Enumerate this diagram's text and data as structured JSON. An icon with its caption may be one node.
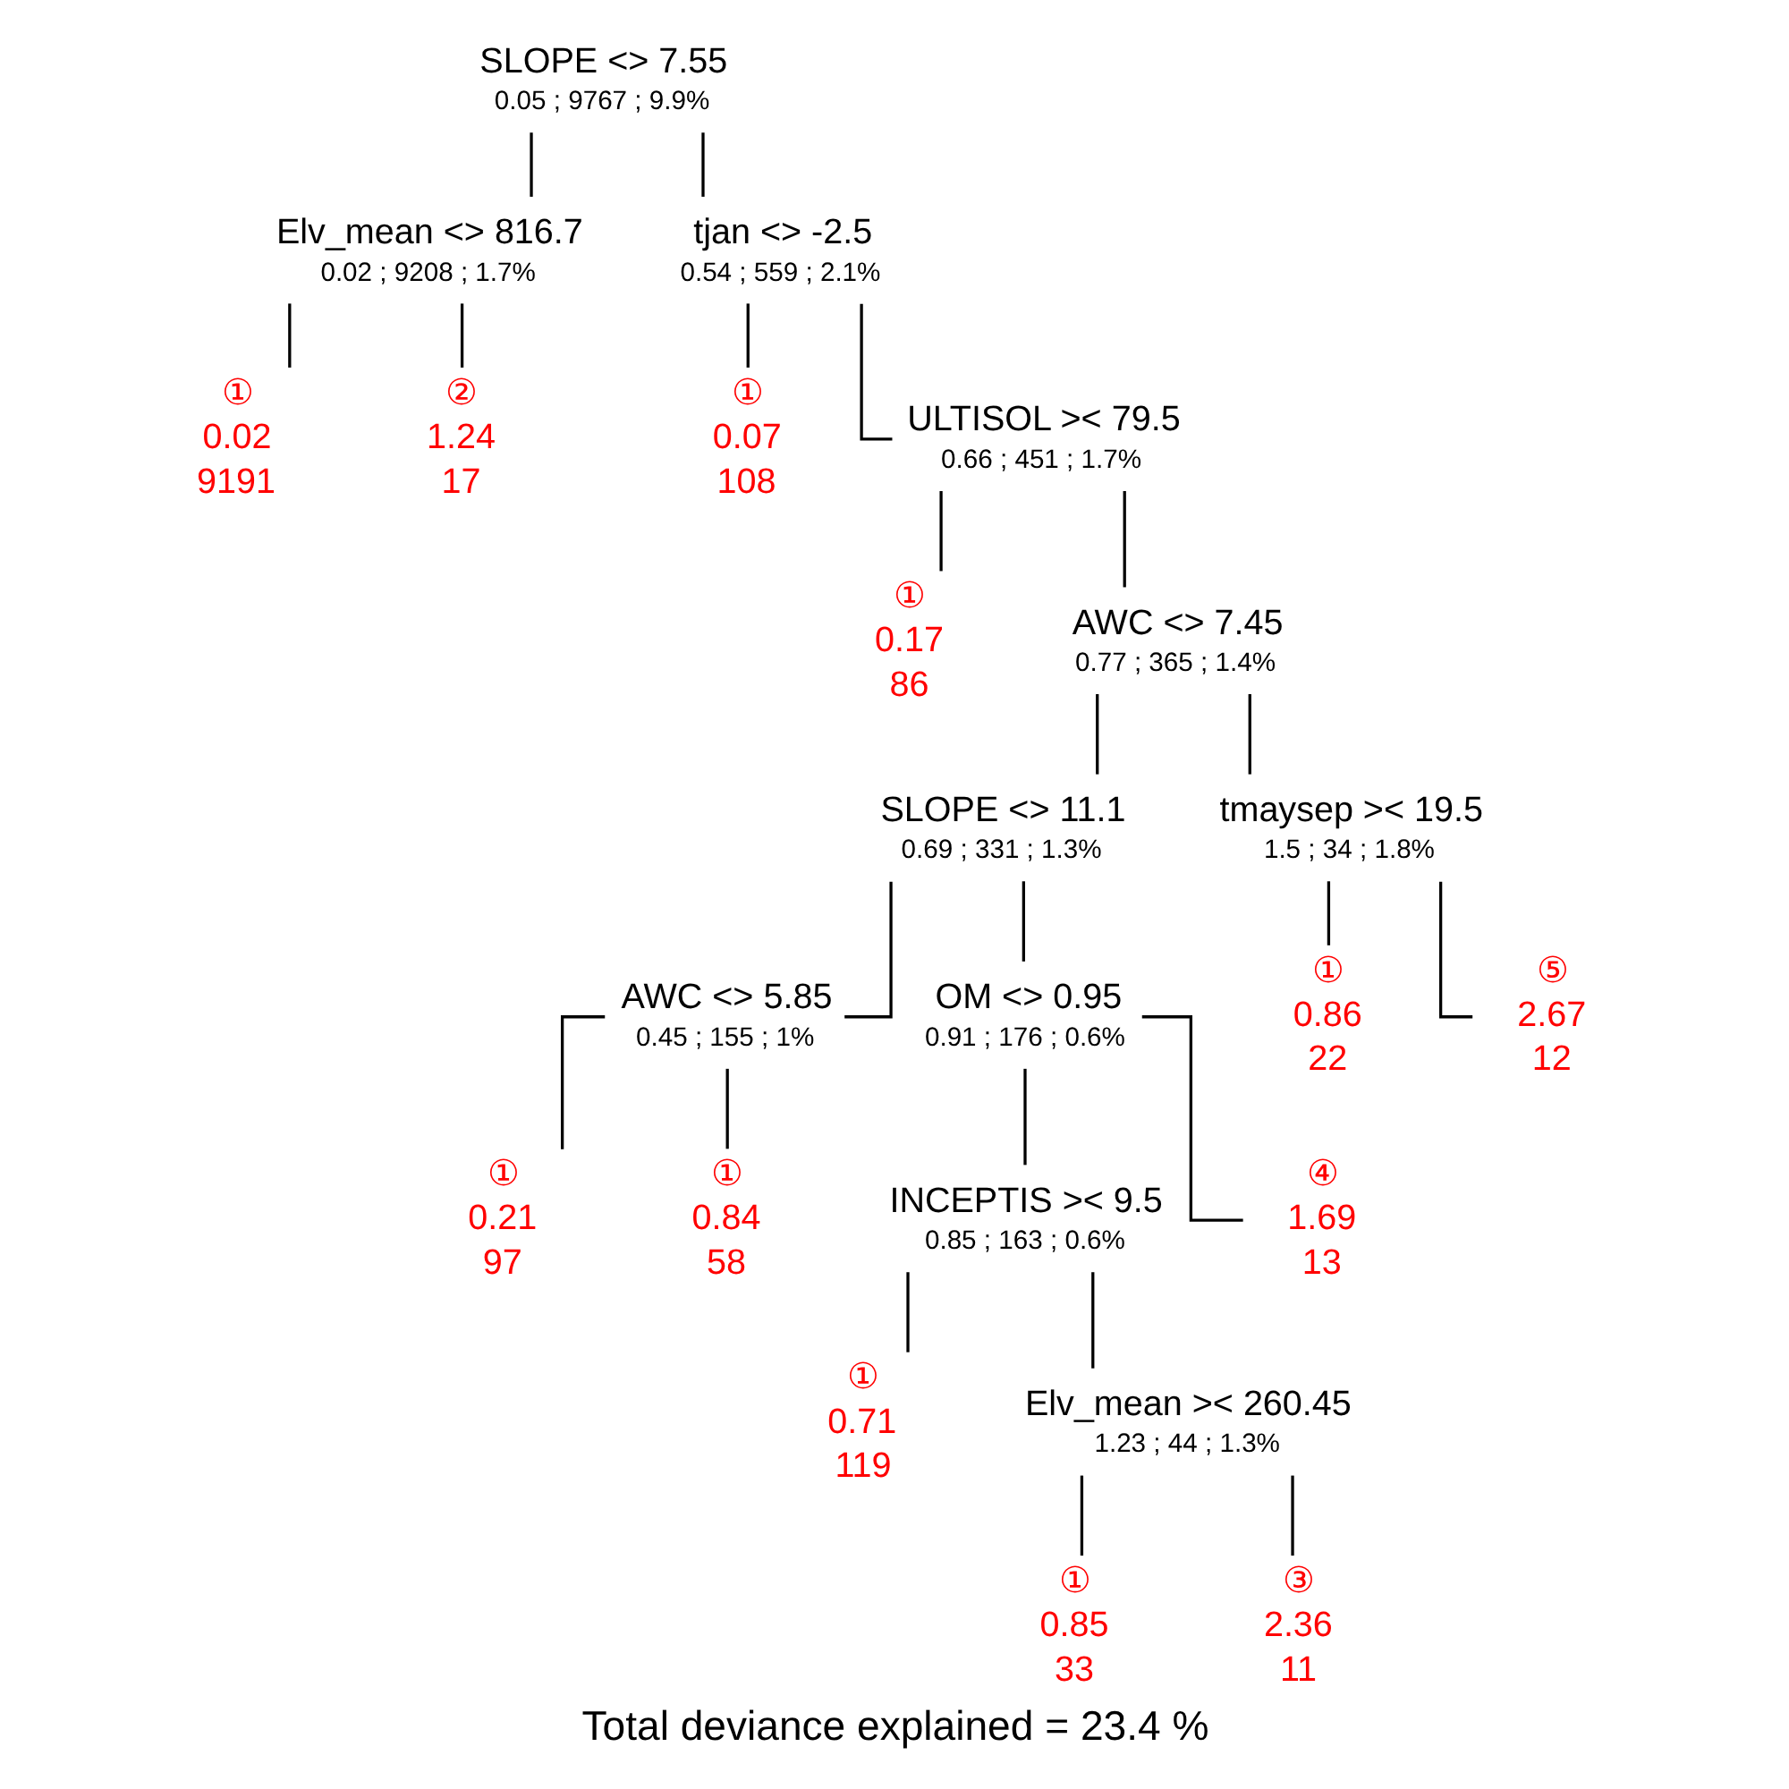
{
  "diagram": {
    "caption": "Total deviance explained = 23.4 %",
    "nodes": [
      {
        "text": [
          "SLOPE <> 7.55",
          "0.05 ; 9767 ; 9.9%"
        ]
      },
      {
        "text": [
          "Elv_mean <> 816.7",
          "0.02 ; 9208 ; 1.7%"
        ]
      },
      {
        "text": [
          "①",
          "0.02",
          "9191"
        ]
      },
      {
        "text": [
          "②",
          "1.24",
          "17"
        ]
      },
      {
        "text": [
          "tjan <> -2.5",
          "0.54 ; 559 ; 2.1%"
        ]
      },
      {
        "text": [
          "①",
          "0.07",
          "108"
        ]
      },
      {
        "text": [
          "ULTISOL >< 79.5",
          "0.66 ; 451 ; 1.7%"
        ]
      },
      {
        "text": [
          "①",
          "0.17",
          "86"
        ]
      },
      {
        "text": [
          "AWC <> 7.45",
          "0.77 ; 365 ; 1.4%"
        ]
      },
      {
        "text": [
          "SLOPE <> 11.1",
          "0.69 ; 331 ; 1.3%"
        ]
      },
      {
        "text": [
          "AWC <> 5.85",
          "0.45 ; 155 ; 1%"
        ]
      },
      {
        "text": [
          "①",
          "0.21",
          "97"
        ]
      },
      {
        "text": [
          "①",
          "0.84",
          "58"
        ]
      },
      {
        "text": [
          "OM <> 0.95",
          "0.91 ; 176 ; 0.6%"
        ]
      },
      {
        "text": [
          "INCEPTIS >< 9.5",
          "0.85 ; 163 ; 0.6%"
        ]
      },
      {
        "text": [
          "①",
          "0.71",
          "119"
        ]
      },
      {
        "text": [
          "Elv_mean >< 260.45",
          "1.23 ; 44 ; 1.3%"
        ]
      },
      {
        "text": [
          "①",
          "0.85",
          "33"
        ]
      },
      {
        "text": [
          "③",
          "2.36",
          "11"
        ]
      },
      {
        "text": [
          "④",
          "1.69",
          "13"
        ]
      },
      {
        "text": [
          "tmaysep >< 19.5",
          "1.5 ; 34 ; 1.8%"
        ]
      },
      {
        "text": [
          "①",
          "0.86",
          "22"
        ]
      },
      {
        "text": [
          "⑤",
          "2.67",
          "12"
        ]
      }
    ],
    "edges": [
      {
        "from": 0,
        "to": 1,
        "arrow": "none"
      },
      {
        "from": 0,
        "to": 4,
        "arrow": "none"
      },
      {
        "from": 1,
        "to": 2,
        "arrow": "none"
      },
      {
        "from": 1,
        "to": 3,
        "arrow": "none"
      },
      {
        "from": 4,
        "to": 5,
        "arrow": "none"
      },
      {
        "from": 4,
        "to": 6,
        "arrow": "none"
      },
      {
        "from": 6,
        "to": 7,
        "arrow": "none"
      },
      {
        "from": 6,
        "to": 8,
        "arrow": "none"
      },
      {
        "from": 8,
        "to": 9,
        "arrow": "none"
      },
      {
        "from": 8,
        "to": 20,
        "arrow": "none"
      },
      {
        "from": 9,
        "to": 10,
        "arrow": "none"
      },
      {
        "from": 9,
        "to": 13,
        "arrow": "none"
      },
      {
        "from": 10,
        "to": 11,
        "arrow": "none"
      },
      {
        "from": 10,
        "to": 12,
        "arrow": "none"
      },
      {
        "from": 13,
        "to": 14,
        "arrow": "none"
      },
      {
        "from": 13,
        "to": 19,
        "arrow": "none"
      },
      {
        "from": 14,
        "to": 15,
        "arrow": "none"
      },
      {
        "from": 14,
        "to": 16,
        "arrow": "none"
      },
      {
        "from": 16,
        "to": 17,
        "arrow": "none"
      },
      {
        "from": 16,
        "to": 18,
        "arrow": "none"
      },
      {
        "from": 20,
        "to": 21,
        "arrow": "none"
      },
      {
        "from": 20,
        "to": 22,
        "arrow": "none"
      }
    ]
  }
}
